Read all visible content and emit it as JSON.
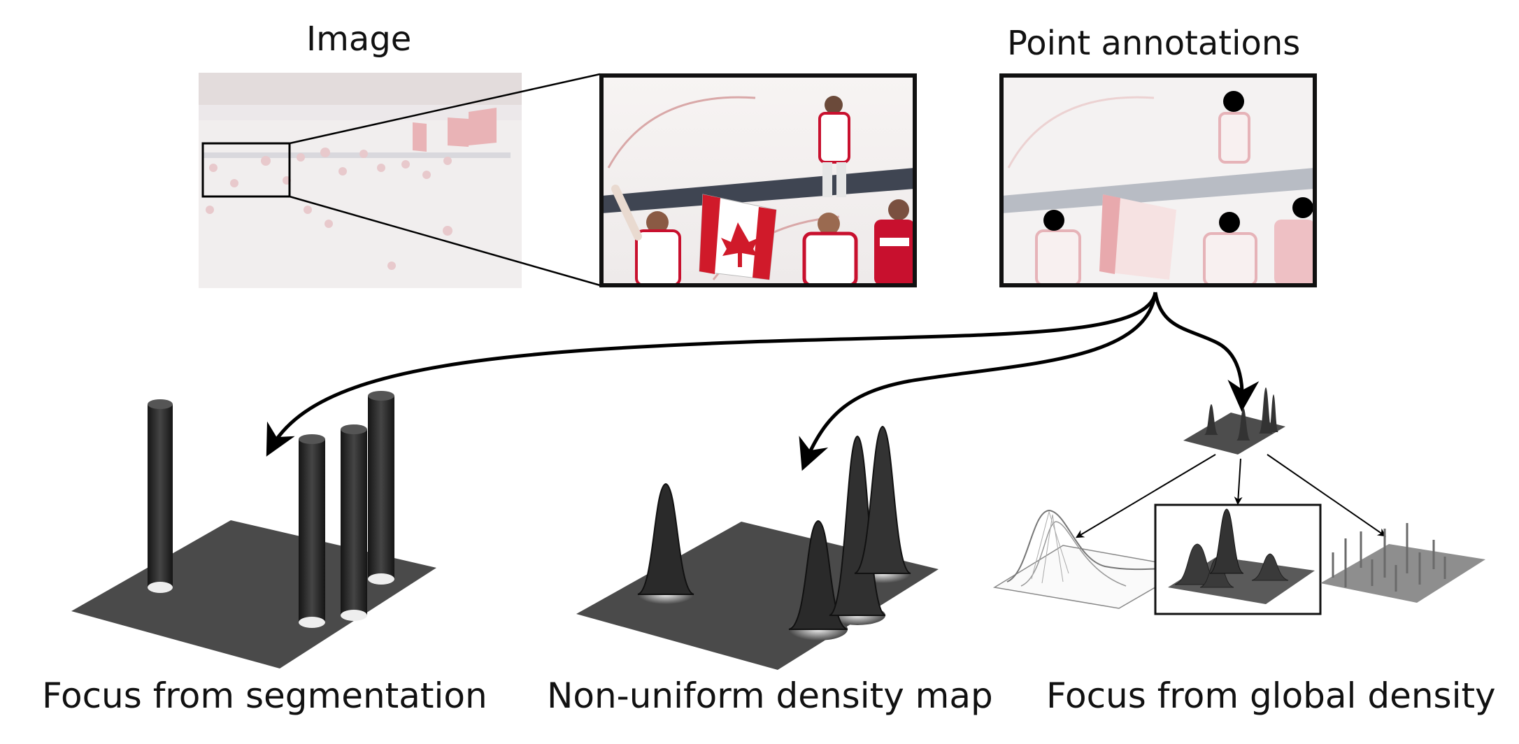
{
  "labels": {
    "image": "Image",
    "point_annotations": "Point annotations",
    "focus_segmentation": "Focus from segmentation",
    "nonuniform_density": "Non-uniform density map",
    "focus_global_density": "Focus from global density"
  },
  "colors": {
    "ice": "#f2efee",
    "jersey_red": "#c8102e",
    "plane": "#4a4a4a",
    "frame": "#111111"
  }
}
